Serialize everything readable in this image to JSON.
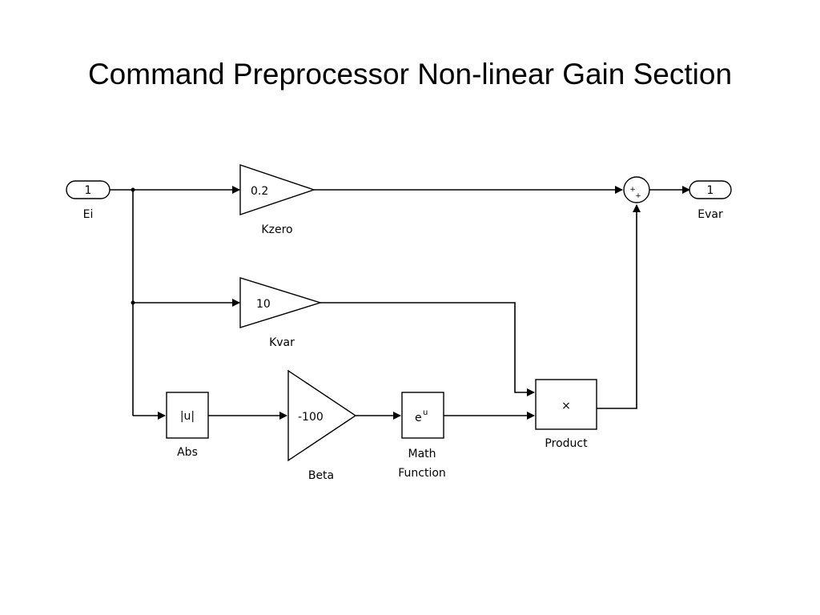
{
  "title": "Command Preprocessor Non-linear Gain Section",
  "blocks": {
    "inport": {
      "number": "1",
      "name": "Ei"
    },
    "outport": {
      "number": "1",
      "name": "Evar"
    },
    "kzero": {
      "value": "0.2",
      "name": "Kzero"
    },
    "kvar": {
      "value": "10",
      "name": "Kvar"
    },
    "abs": {
      "symbol": "|u|",
      "name": "Abs"
    },
    "beta": {
      "value": "-100",
      "name": "Beta"
    },
    "math": {
      "base": "e",
      "exponent": "u",
      "name_line1": "Math",
      "name_line2": "Function"
    },
    "product": {
      "symbol": "×",
      "name": "Product"
    },
    "sum": {
      "sign1": "+",
      "sign2": "+"
    }
  }
}
